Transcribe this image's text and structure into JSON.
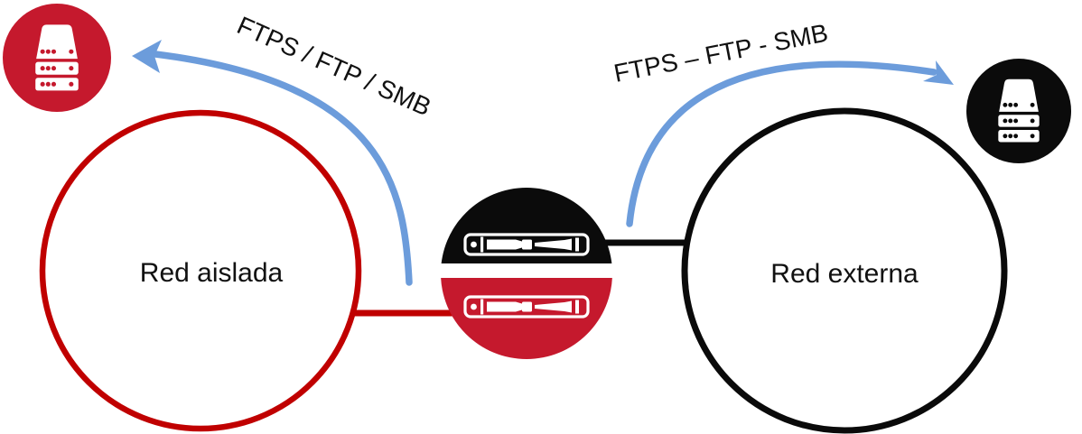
{
  "diagram": {
    "type": "network-data-diode-diagram",
    "background_color": "#ffffff",
    "colors": {
      "red_ring": "#c00000",
      "red_fill": "#c5192d",
      "black_ring": "#0a0a0a",
      "black_fill": "#0b0b0b",
      "arrow_blue": "#6c9cdb",
      "text": "#111111"
    },
    "nodes": {
      "isolated_network": {
        "label": "Red aislada"
      },
      "external_network": {
        "label": "Red externa"
      },
      "isolated_server_badge": {
        "icon": "server-stack-icon",
        "color": "#c5192d"
      },
      "external_server_badge": {
        "icon": "server-stack-icon",
        "color": "#0b0b0b"
      },
      "gateway": {
        "icon": "rack-appliance-icon",
        "top_color": "#0b0b0b",
        "bottom_color": "#c5192d"
      }
    },
    "arrows": {
      "left_transfer": {
        "label": "FTPS / FTP / SMB",
        "color": "#6c9cdb"
      },
      "right_transfer": {
        "label": "FTPS – FTP - SMB",
        "color": "#6c9cdb"
      }
    }
  }
}
